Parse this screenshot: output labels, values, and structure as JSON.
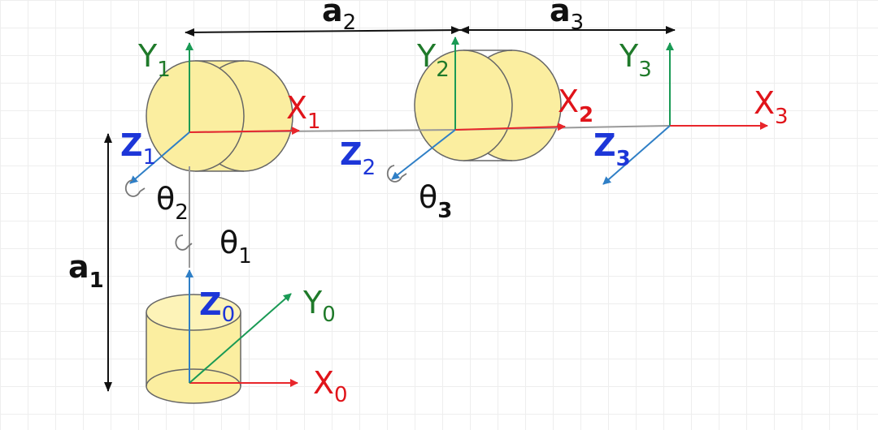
{
  "colors": {
    "x_axis": "#e8262b",
    "y_axis": "#1a9a55",
    "z_axis": "#2f7fc6",
    "z_label": "#1d36d8",
    "x_label": "#e0141a",
    "y_label": "#1f7a2a",
    "link": "#999999",
    "dimension": "#111111",
    "joint_fill": "#fbeea0",
    "joint_stroke": "#666666",
    "rotation": "#777777"
  },
  "frames": [
    {
      "id": "0",
      "x": {
        "main": "X",
        "sub": "0"
      },
      "y": {
        "main": "Y",
        "sub": "0"
      },
      "z": {
        "main": "Z",
        "sub": "0"
      }
    },
    {
      "id": "1",
      "x": {
        "main": "X",
        "sub": "1"
      },
      "y": {
        "main": "Y",
        "sub": "1"
      },
      "z": {
        "main": "Z",
        "sub": "1"
      }
    },
    {
      "id": "2",
      "x": {
        "main": "X",
        "sub": "2"
      },
      "y": {
        "main": "Y",
        "sub": "2"
      },
      "z": {
        "main": "Z",
        "sub": "2"
      }
    },
    {
      "id": "3",
      "x": {
        "main": "X",
        "sub": "3"
      },
      "y": {
        "main": "Y",
        "sub": "3"
      },
      "z": {
        "main": "Z",
        "sub": "3"
      }
    }
  ],
  "joint_angles": [
    {
      "main": "θ",
      "sub": "1"
    },
    {
      "main": "θ",
      "sub": "2"
    },
    {
      "main": "θ",
      "sub": "3"
    }
  ],
  "link_lengths": [
    {
      "main": "a",
      "sub": "1"
    },
    {
      "main": "a",
      "sub": "2"
    },
    {
      "main": "a",
      "sub": "3"
    }
  ]
}
